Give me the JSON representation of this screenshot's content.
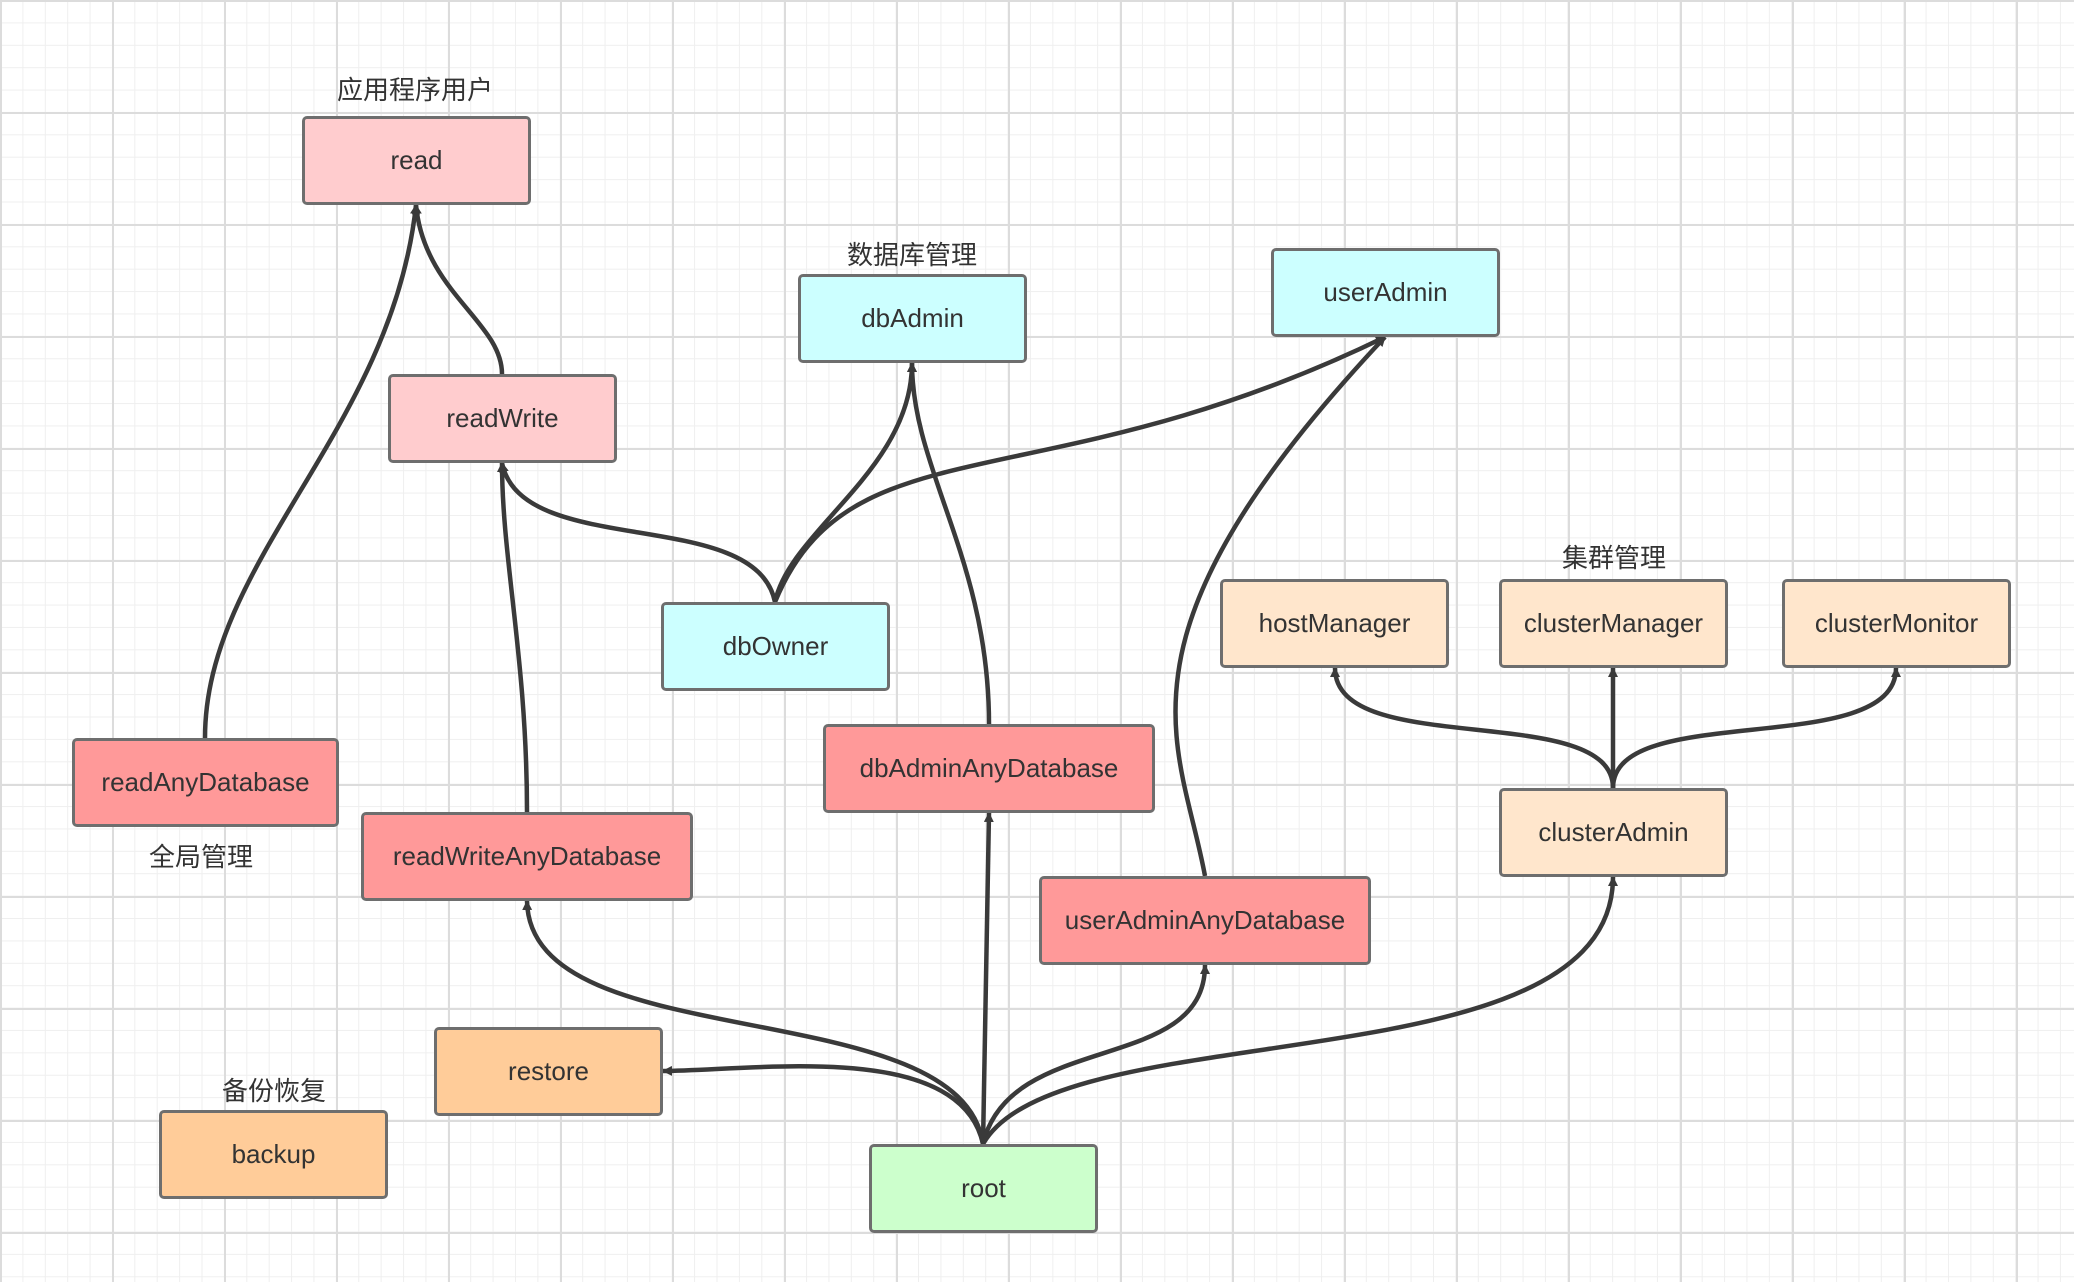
{
  "colors": {
    "app_user": "#ffccce",
    "global_admin": "#ff9999",
    "db_admin": "#ccffff",
    "cluster_admin": "#ffe6cc",
    "backup_restore": "#ffcc99",
    "root": "#ccffcc",
    "edge": "#3a3a3a"
  },
  "group_labels": {
    "app_user": "应用程序用户",
    "db_admin": "数据库管理",
    "cluster_admin": "集群管理",
    "global_admin": "全局管理",
    "backup_restore": "备份恢复"
  },
  "nodes": {
    "read": "read",
    "readWrite": "readWrite",
    "dbAdmin": "dbAdmin",
    "userAdmin": "userAdmin",
    "dbOwner": "dbOwner",
    "hostManager": "hostManager",
    "clusterManager": "clusterManager",
    "clusterMonitor": "clusterMonitor",
    "readAnyDatabase": "readAnyDatabase",
    "readWriteAnyDatabase": "readWriteAnyDatabase",
    "dbAdminAnyDatabase": "dbAdminAnyDatabase",
    "clusterAdmin": "clusterAdmin",
    "userAdminAnyDatabase": "userAdminAnyDatabase",
    "restore": "restore",
    "backup": "backup",
    "root": "root"
  },
  "edges": [
    {
      "from": "readWrite",
      "to": "read"
    },
    {
      "from": "readAnyDatabase",
      "to": "read"
    },
    {
      "from": "dbOwner",
      "to": "readWrite"
    },
    {
      "from": "readWriteAnyDatabase",
      "to": "readWrite"
    },
    {
      "from": "dbOwner",
      "to": "dbAdmin"
    },
    {
      "from": "dbAdminAnyDatabase",
      "to": "dbAdmin"
    },
    {
      "from": "dbOwner",
      "to": "userAdmin"
    },
    {
      "from": "userAdminAnyDatabase",
      "to": "userAdmin"
    },
    {
      "from": "clusterAdmin",
      "to": "hostManager"
    },
    {
      "from": "clusterAdmin",
      "to": "clusterManager"
    },
    {
      "from": "clusterAdmin",
      "to": "clusterMonitor"
    },
    {
      "from": "root",
      "to": "readWriteAnyDatabase"
    },
    {
      "from": "root",
      "to": "dbAdminAnyDatabase"
    },
    {
      "from": "root",
      "to": "userAdminAnyDatabase"
    },
    {
      "from": "root",
      "to": "clusterAdmin"
    },
    {
      "from": "root",
      "to": "restore"
    }
  ]
}
